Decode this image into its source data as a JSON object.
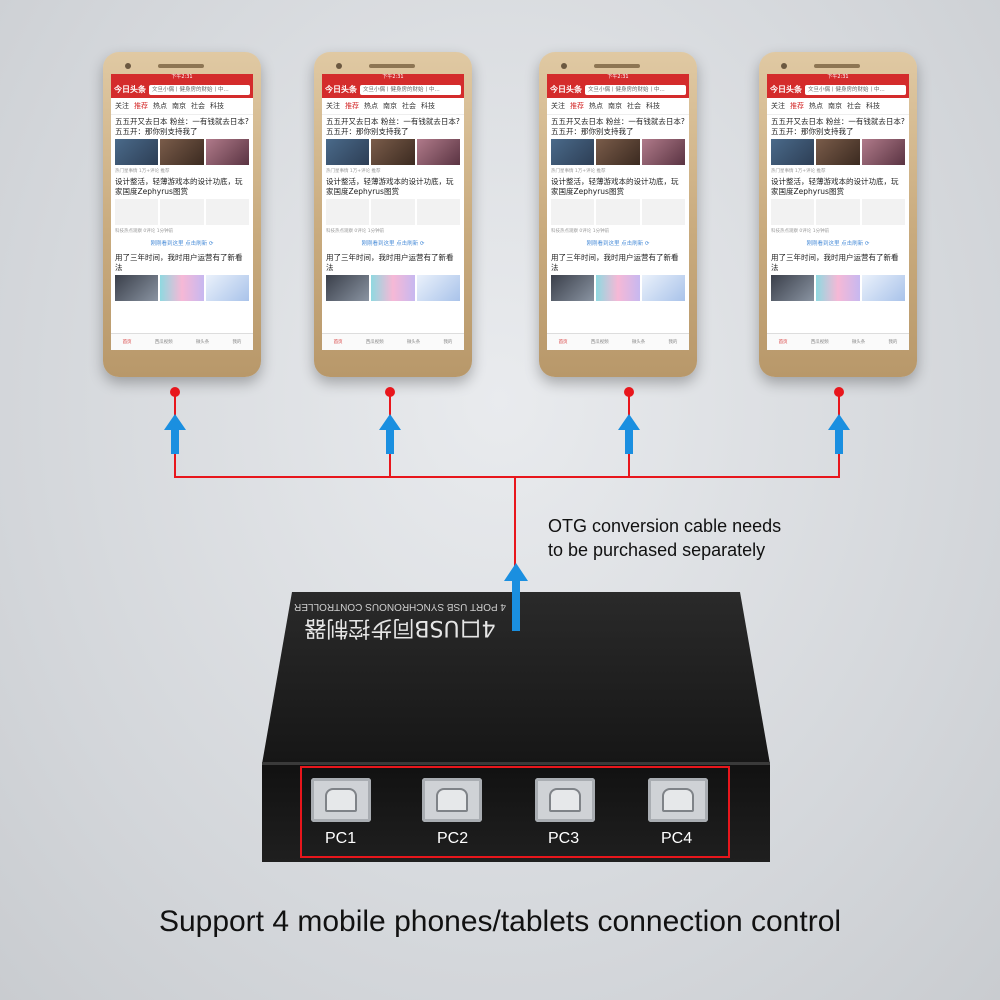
{
  "phone": {
    "status": "下午2:31",
    "logo": "今日头条",
    "search": "文旦小偶丨健身房的财始丨中...",
    "tabs": [
      "关注",
      "推荐",
      "热点",
      "南京",
      "社会",
      "科技"
    ],
    "article1": "五五开又去日本 粉丝：一有钱就去日本? 五五开：那你别支持我了",
    "article1_meta": "热门星事情  1万+评论  推荐",
    "article2": "设计整活，轻薄游戏本的设计功底，玩家国度Zephyrus图赏",
    "article2_meta": "科技热点观察  0评论  1分钟前",
    "refresh": "刚刚看到这里  点击刷新 ⟳",
    "article3": "用了三年时间，我时用户运营有了新看法",
    "nav": [
      "首页",
      "西瓜视频",
      "微头条",
      "我的"
    ]
  },
  "labels": {
    "otg_line1": "OTG conversion cable needs",
    "otg_line2": "to be purchased separately",
    "box_cn": "4口USB同步控制器",
    "box_en": "4 PORT USB SYNCHRONOUS CONTROLLER",
    "ports": [
      "PC1",
      "PC2",
      "PC3",
      "PC4"
    ],
    "caption": "Support 4 mobile phones/tablets connection control"
  },
  "colors": {
    "wire": "#e8161c",
    "arrow": "#1a8fe0",
    "device": "#1b1b1b"
  }
}
